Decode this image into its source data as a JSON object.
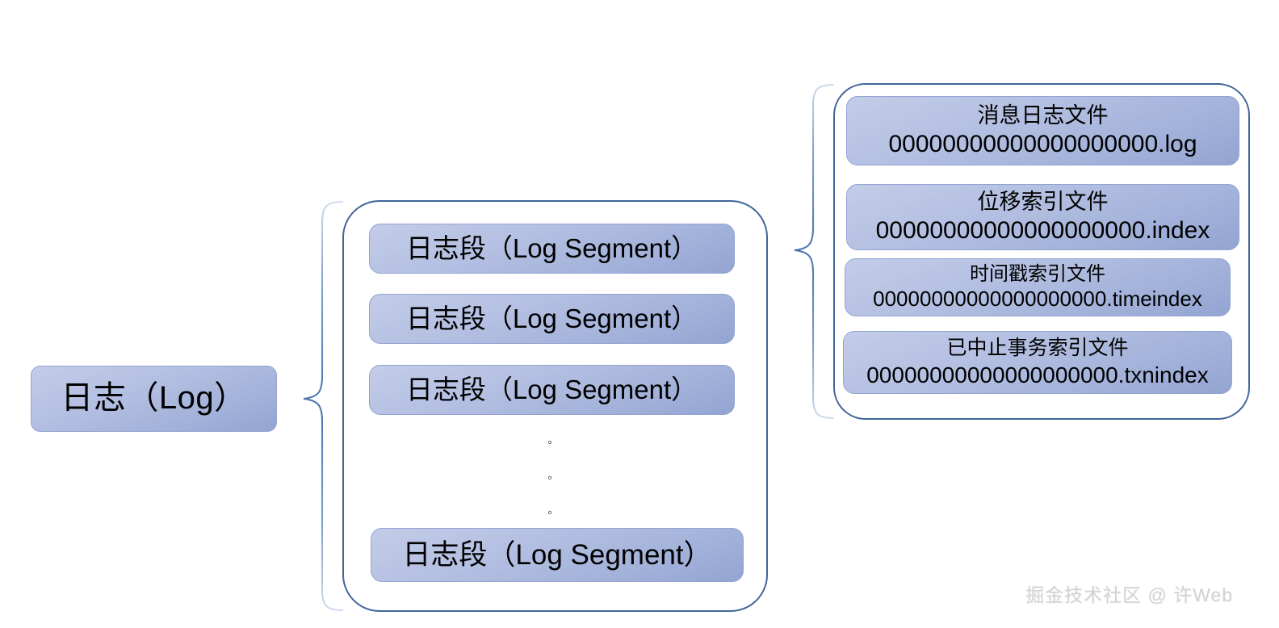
{
  "diagram": {
    "title": "Kafka Log Structure",
    "colors": {
      "pill_fill_light": "#c3cce8",
      "pill_fill_dark": "#93a4d2",
      "container_border": "#3f6598",
      "brace_stroke": "#5b86bd",
      "text": "#000000",
      "watermark": "#d2d2d2",
      "background": "#ffffff"
    }
  },
  "log_node": {
    "label": "日志（Log）"
  },
  "segments": {
    "items": [
      {
        "label": "日志段（Log Segment）"
      },
      {
        "label": "日志段（Log Segment）"
      },
      {
        "label": "日志段（Log Segment）"
      },
      {
        "label": "日志段（Log Segment）"
      }
    ],
    "ellipsis": [
      "。",
      "。",
      "。"
    ]
  },
  "files": {
    "items": [
      {
        "title": "消息日志文件",
        "name": "00000000000000000000.log"
      },
      {
        "title": "位移索引文件",
        "name": "00000000000000000000.index"
      },
      {
        "title": "时间戳索引文件",
        "name": "00000000000000000000.timeindex"
      },
      {
        "title": "已中止事务索引文件",
        "name": "00000000000000000000.txnindex"
      }
    ]
  },
  "watermark": {
    "text": "掘金技术社区 @ 许Web"
  }
}
